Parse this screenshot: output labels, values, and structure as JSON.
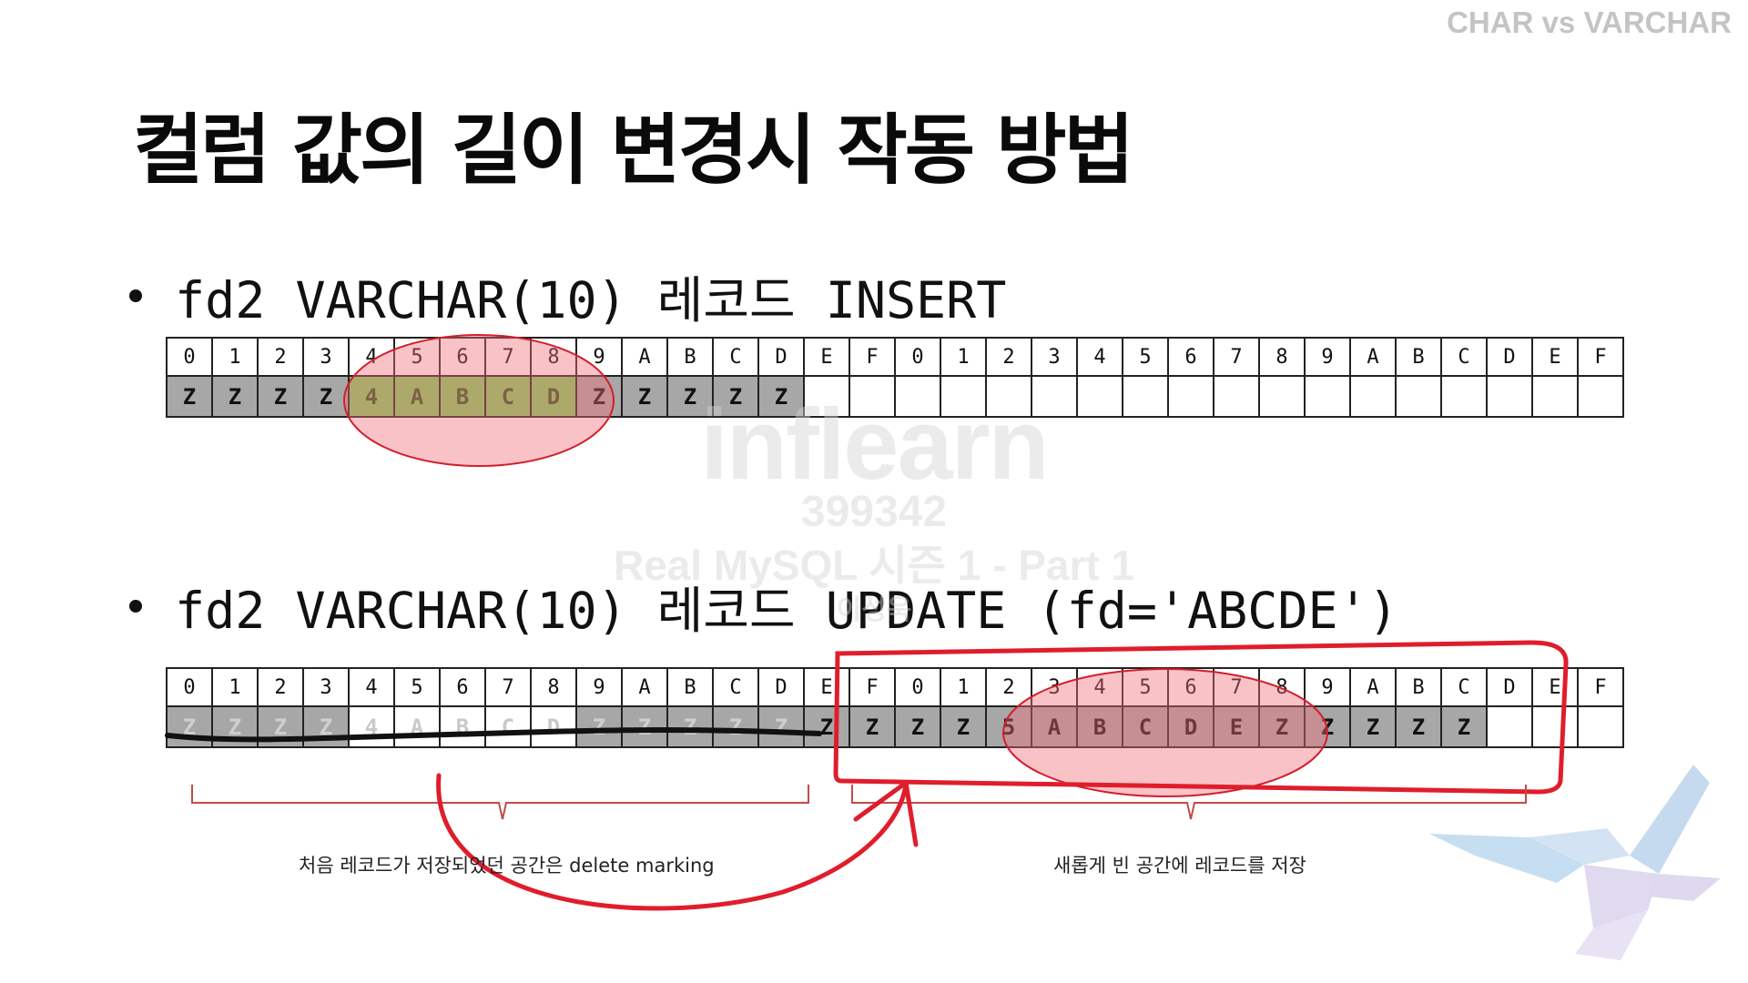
{
  "corner_label": "CHAR vs VARCHAR",
  "title": "컬럼 값의 길이 변경시 작동 방법",
  "bullets": [
    "fd2 VARCHAR(10) 레코드 INSERT",
    "fd2 VARCHAR(10) 레코드 UPDATE (fd='ABCDE')"
  ],
  "hex_headers": [
    "0",
    "1",
    "2",
    "3",
    "4",
    "5",
    "6",
    "7",
    "8",
    "9",
    "A",
    "B",
    "C",
    "D",
    "E",
    "F",
    "0",
    "1",
    "2",
    "3",
    "4",
    "5",
    "6",
    "7",
    "8",
    "9",
    "A",
    "B",
    "C",
    "D",
    "E",
    "F"
  ],
  "insert_row": [
    "Z",
    "Z",
    "Z",
    "Z",
    "4",
    "A",
    "B",
    "C",
    "D",
    "Z",
    "Z",
    "Z",
    "Z",
    "Z",
    "",
    "",
    "",
    "",
    "",
    "",
    "",
    "",
    "",
    "",
    "",
    "",
    "",
    "",
    "",
    "",
    "",
    ""
  ],
  "update_row": [
    "Z",
    "Z",
    "Z",
    "Z",
    "4",
    "A",
    "B",
    "C",
    "D",
    "Z",
    "Z",
    "Z",
    "Z",
    "Z",
    "Z",
    "Z",
    "Z",
    "Z",
    "5",
    "A",
    "B",
    "C",
    "D",
    "E",
    "Z",
    "Z",
    "Z",
    "Z",
    "Z",
    "",
    "",
    ""
  ],
  "captions": {
    "left": "처음 레코드가 저장되었던 공간은 delete marking",
    "right": "새롭게 빈 공간에 레코드를 저장"
  },
  "watermark": {
    "logo": "inflearn",
    "id": "399342",
    "course": "Real MySQL 시즌 1 - Part 1",
    "author": "이성욱"
  },
  "colors": {
    "annotation_red": "#e01d2c",
    "highlight_green": "#7dd463",
    "filled_gray": "#a7a7a7"
  }
}
